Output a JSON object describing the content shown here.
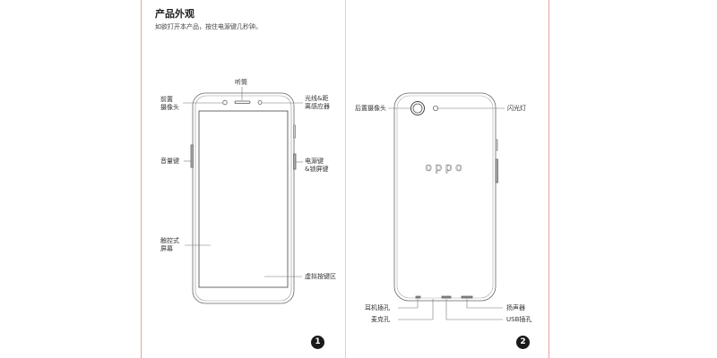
{
  "header": {
    "title": "产品外观",
    "subtitle": "如欲打开本产品，按住电源键几秒钟。"
  },
  "front_labels": {
    "earpiece": "听筒",
    "front_camera": [
      "前置",
      "摄像头"
    ],
    "light_sensor": [
      "光线&距",
      "离感应器"
    ],
    "volume_key": "音量键",
    "power_key": [
      "电源键",
      "&锁屏键"
    ],
    "touchscreen": [
      "触控式",
      "屏幕"
    ],
    "virtual_keys": "虚拟按键区"
  },
  "back_labels": {
    "rear_camera": "后置摄像头",
    "flash": "闪光灯",
    "brand_logo": "oppo",
    "headphone_jack": "耳机插孔",
    "microphone": "麦克孔",
    "speaker": "扬声器",
    "usb_port": "USB插孔"
  },
  "pages": {
    "left": "1",
    "right": "2"
  }
}
